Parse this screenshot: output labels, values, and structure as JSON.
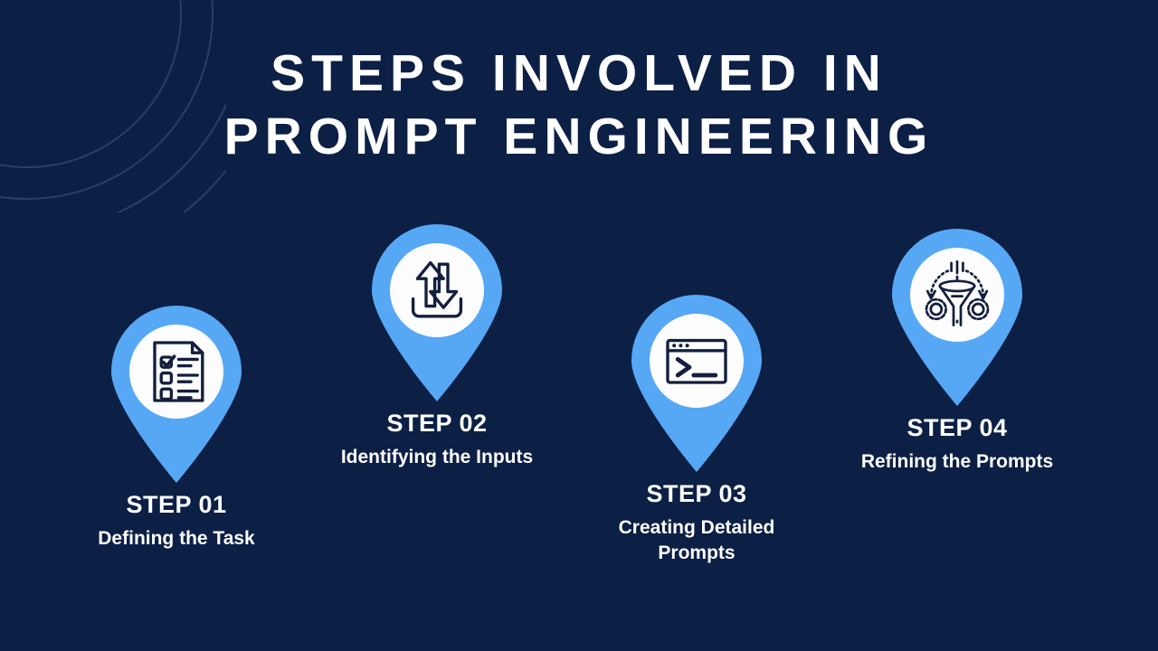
{
  "theme": {
    "background": "#0c1f45",
    "pin_blue": "#56a8f5",
    "pin_inner": "#fdfdfd",
    "icon_navy": "#131f3d",
    "text_white": "#ffffff",
    "arc_stroke": "#2b3f66"
  },
  "header": {
    "title_line_1": "STEPS INVOLVED IN",
    "title_line_2": "PROMPT ENGINEERING"
  },
  "decor": {
    "corner_arcs_icon": "concentric-arcs-decoration",
    "arc_count": 4
  },
  "steps": [
    {
      "id": "step-01",
      "title": "STEP 01",
      "description": "Defining the Task",
      "icon": "checklist-document-icon"
    },
    {
      "id": "step-02",
      "title": "STEP 02",
      "description": "Identifying the Inputs",
      "icon": "input-output-arrows-tray-icon"
    },
    {
      "id": "step-03",
      "title": "STEP 03",
      "description": "Creating Detailed Prompts",
      "icon": "terminal-console-window-icon"
    },
    {
      "id": "step-04",
      "title": "STEP 04",
      "description": "Refining the Prompts",
      "icon": "funnel-gears-refine-icon"
    }
  ]
}
